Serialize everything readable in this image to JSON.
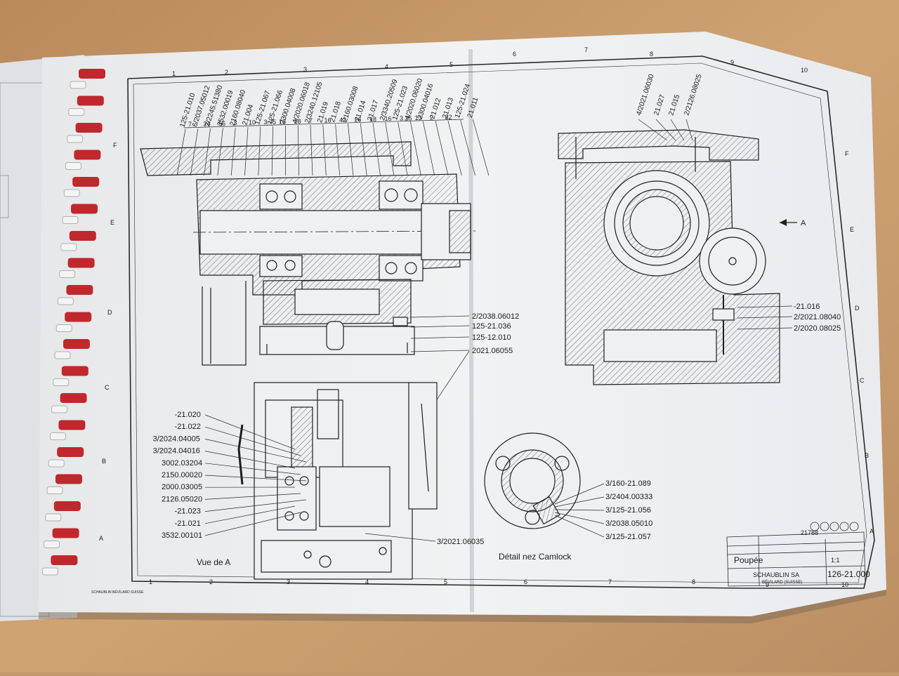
{
  "drawing": {
    "top_callouts": [
      "125-21.010",
      "6/2037.05012",
      "2/2245.51380",
      "3532.00019",
      "2160.08040",
      "21.004",
      "125-21.067",
      "125-21.066",
      "2300.04008",
      "4/2020.06018",
      "2/3240.12105",
      "21.019",
      "21.018",
      "2160.03008",
      "21.014",
      "21.017",
      "2/3340.20509",
      "125-21.023",
      "4/2020.06020",
      "2300.04016",
      "21.012",
      "21.013",
      "125-21.024",
      "21.011"
    ],
    "dimensions": [
      "7",
      "24",
      "56",
      "3",
      "10",
      "3.75",
      "18",
      "18",
      "7",
      "16",
      "42",
      "26",
      "18",
      "16",
      "3.25",
      "13",
      "2",
      "32"
    ],
    "main_callouts": [
      "2/2038.06012",
      "125-21.036",
      "125-12.010",
      "2021.06055"
    ],
    "section_callouts_top": [
      "4/2021.06030",
      "21.027",
      "21.015",
      "2/2126.08025"
    ],
    "section_callouts_right": [
      "-21.016",
      "2/2021.08040",
      "2/2020.08025"
    ],
    "view_marker": "A",
    "vue_callouts": [
      "-21.020",
      "-21.022",
      "3/2024.04005",
      "3/2024.04016",
      "3002.03204",
      "2150.00020",
      "2000.03005",
      "2126.05020",
      "-21.023",
      "-21.021",
      "3532.00101"
    ],
    "vue_bottom_callout": "3/2021.06035",
    "camlock_callouts": [
      "3/160-21.089",
      "3/2404.00333",
      "3/125-21.056",
      "3/2038.05010",
      "3/125-21.057"
    ],
    "captions": {
      "vue": "Vue de A",
      "detail": "Détail nez Camlock"
    },
    "frame_numbers_top": [
      "1",
      "2",
      "3",
      "4",
      "5",
      "6",
      "7",
      "8",
      "9",
      "10"
    ],
    "frame_numbers_bottom": [
      "1",
      "2",
      "3",
      "4",
      "5",
      "6",
      "7",
      "8",
      "9",
      "10"
    ],
    "frame_letters_left": [
      "F",
      "E",
      "D",
      "C",
      "B",
      "A"
    ],
    "frame_letters_right": [
      "F",
      "E",
      "D",
      "C",
      "B",
      "A"
    ],
    "title_block": {
      "title": "Poupée",
      "scale": "1:1",
      "company": "SCHAUBLIN SA",
      "location": "BÉVILARD (SUISSE)",
      "number": "126-21.000",
      "stamp": "21788"
    },
    "footer_note": "SCHAUBLIN BÉVILARD SUISSE"
  },
  "colors": {
    "background": "#c49a6c",
    "paper": "#eef0f2",
    "line": "#1e1e1e",
    "binding": "#c0282d"
  }
}
